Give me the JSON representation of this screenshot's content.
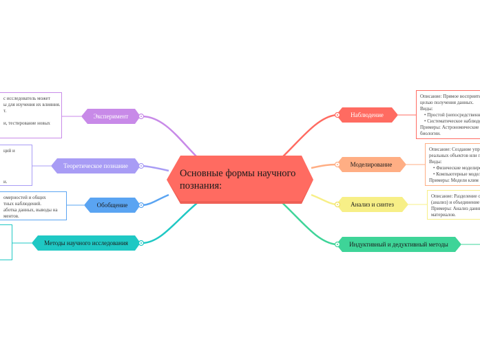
{
  "central": {
    "title_line1": "Основные формы научного",
    "title_line2": "познания:",
    "color": "#ff6b61"
  },
  "branches": {
    "experiment": {
      "label": "Эксперимент",
      "color": "#c88ae8",
      "card": [
        "с исследователь может",
        "ы для изучения их влияния.",
        "т.",
        "",
        "и, тестирование новых"
      ]
    },
    "theoretical": {
      "label": "Теоретическое познание",
      "color": "#a89cf5",
      "card": [
        "ций и",
        "",
        "",
        "",
        "",
        "и."
      ]
    },
    "generalization": {
      "label": "Обобщение",
      "color": "#5aa4f2",
      "card": [
        "омерностей и общих",
        "тных наблюдений.",
        "аботка данных, выводы на",
        "ментов."
      ]
    },
    "methods": {
      "label": "Методы научного исследования",
      "color": "#1fc8c4"
    },
    "observation": {
      "label": "Наблюдение",
      "color": "#ff6b61",
      "card": [
        "Описание: Прямое восприяти",
        "целью получения данных.",
        "Виды:",
        "• Простой (непосредственны",
        "• Систематическое наблюде",
        "Примеры: Астрономические",
        "биологии."
      ]
    },
    "modeling": {
      "label": "Моделирование",
      "color": "#ffae84",
      "card": [
        "Описание: Создание упро",
        "реальных объектов или п",
        "Виды:",
        "• Физические моделиро",
        "• Компьютерные модел",
        "Примеры: Модели клим"
      ]
    },
    "analysis": {
      "label": "Анализ и синтез",
      "color": "#f7ef87",
      "card": [
        "Описание: Разделение о",
        "(анализ) и объединение",
        "Примеры: Анализ данны",
        "материалов."
      ]
    },
    "inductive": {
      "label": "Индуктивный и дедуктивный методы",
      "color": "#3ed498"
    }
  }
}
